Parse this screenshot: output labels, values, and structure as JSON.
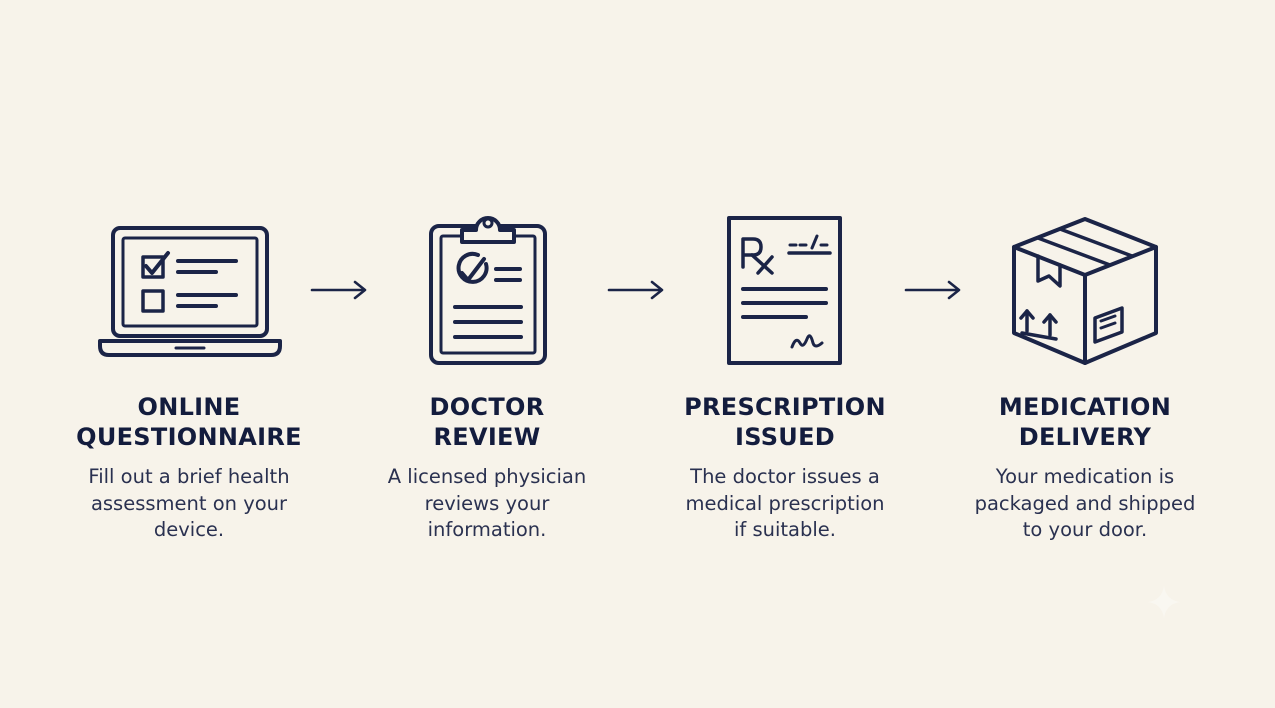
{
  "steps": [
    {
      "icon": "laptop-checklist-icon",
      "title_line1": "ONLINE",
      "title_line2": "QUESTIONNAIRE",
      "desc_line1": "Fill out a brief health",
      "desc_line2": "assessment on your",
      "desc_line3": "device."
    },
    {
      "icon": "clipboard-check-icon",
      "title_line1": "DOCTOR",
      "title_line2": "REVIEW",
      "desc_line1": "A licensed physician",
      "desc_line2": "reviews your",
      "desc_line3": "information."
    },
    {
      "icon": "prescription-document-icon",
      "title_line1": "PRESCRIPTION",
      "title_line2": "ISSUED",
      "desc_line1": "The doctor issues a",
      "desc_line2": "medical prescription",
      "desc_line3": "if suitable."
    },
    {
      "icon": "shipping-box-icon",
      "title_line1": "MEDICATION",
      "title_line2": "DELIVERY",
      "desc_line1": "Your medication is",
      "desc_line2": "packaged and shipped",
      "desc_line3": "to your door."
    }
  ],
  "connector_icon": "arrow-right-icon",
  "colors": {
    "background": "#f7f3ea",
    "ink": "#1b2447"
  }
}
